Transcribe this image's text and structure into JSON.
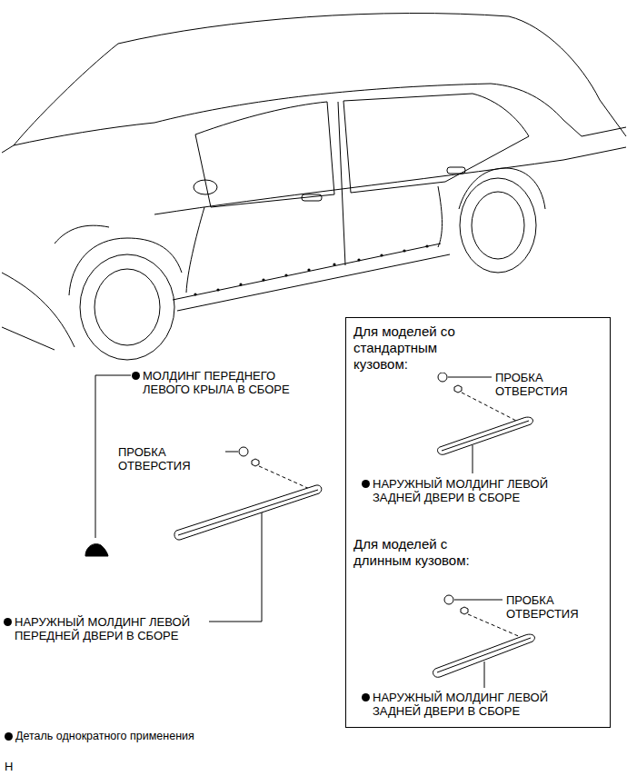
{
  "diagram": {
    "nodes": [
      {
        "text": [
          "Для моделей со стандартным кузовом:",
          "Для моделей с длинным кузовом:"
        ]
      }
    ],
    "labels": [
      "МОЛДИНГ ПЕРЕДНЕГО ЛЕВОГО КРЫЛА В СБОРЕ",
      "ПРОБКА ОТВЕРСТИЯ",
      "НАРУЖНЫЙ МОЛДИНГ ЛЕВОЙ ПЕРЕДНЕЙ ДВЕРИ В СБОРЕ",
      "ПРОБКА ОТВЕРСТИЯ",
      "НАРУЖНЫЙ МОЛДИНГ ЛЕВОЙ ЗАДНЕЙ ДВЕРИ В СБОРЕ",
      "ПРОБКА ОТВЕРСТИЯ",
      "НАРУЖНЫЙ МОЛДИНГ ЛЕВОЙ ЗАДНЕЙ ДВЕРИ В СБОРЕ",
      "H"
    ],
    "legend": [
      {
        "text": "Деталь однократного применения"
      }
    ]
  }
}
